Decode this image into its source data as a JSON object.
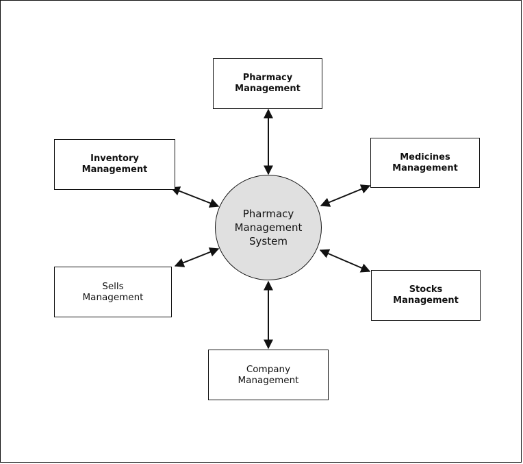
{
  "center": {
    "line1": "Pharmacy",
    "line2": "Management",
    "line3": "System"
  },
  "modules": {
    "pharmacy": {
      "line1": "Pharmacy",
      "line2": "Management"
    },
    "inventory": {
      "line1": "Inventory",
      "line2": "Management"
    },
    "medicines": {
      "line1": "Medicines",
      "line2": "Management"
    },
    "sells": {
      "line1": "Sells",
      "line2": "Management"
    },
    "stocks": {
      "line1": "Stocks",
      "line2": "Management"
    },
    "company": {
      "line1": "Company",
      "line2": "Management"
    }
  }
}
